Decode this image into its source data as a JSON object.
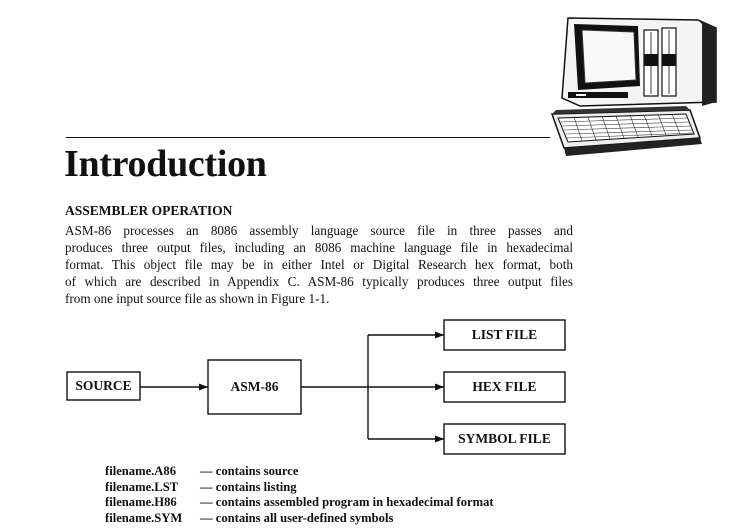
{
  "page": {
    "title": "Introduction",
    "section_heading": "ASSEMBLER OPERATION",
    "paragraph_lines": [
      "ASM-86 processes an 8086 assembly language source file in three passes and",
      "produces three output files, including an 8086 machine language file in hexadecimal",
      "format. This object file may be in either Intel or Digital Research hex format, both",
      "of which are described in Appendix C. ASM-86 typically produces three output files",
      "from one input source file as shown in Figure 1-1."
    ]
  },
  "diagram": {
    "source_label": "SOURCE",
    "assembler_label": "ASM-86",
    "outputs": [
      "LIST FILE",
      "HEX FILE",
      "SYMBOL FILE"
    ]
  },
  "files": [
    {
      "name": "filename.A86",
      "desc": "— contains source"
    },
    {
      "name": "filename.LST",
      "desc": "— contains listing"
    },
    {
      "name": "filename.H86",
      "desc": "— contains assembled program in hexadecimal format"
    },
    {
      "name": "filename.SYM",
      "desc": "— contains all user-defined symbols"
    }
  ]
}
